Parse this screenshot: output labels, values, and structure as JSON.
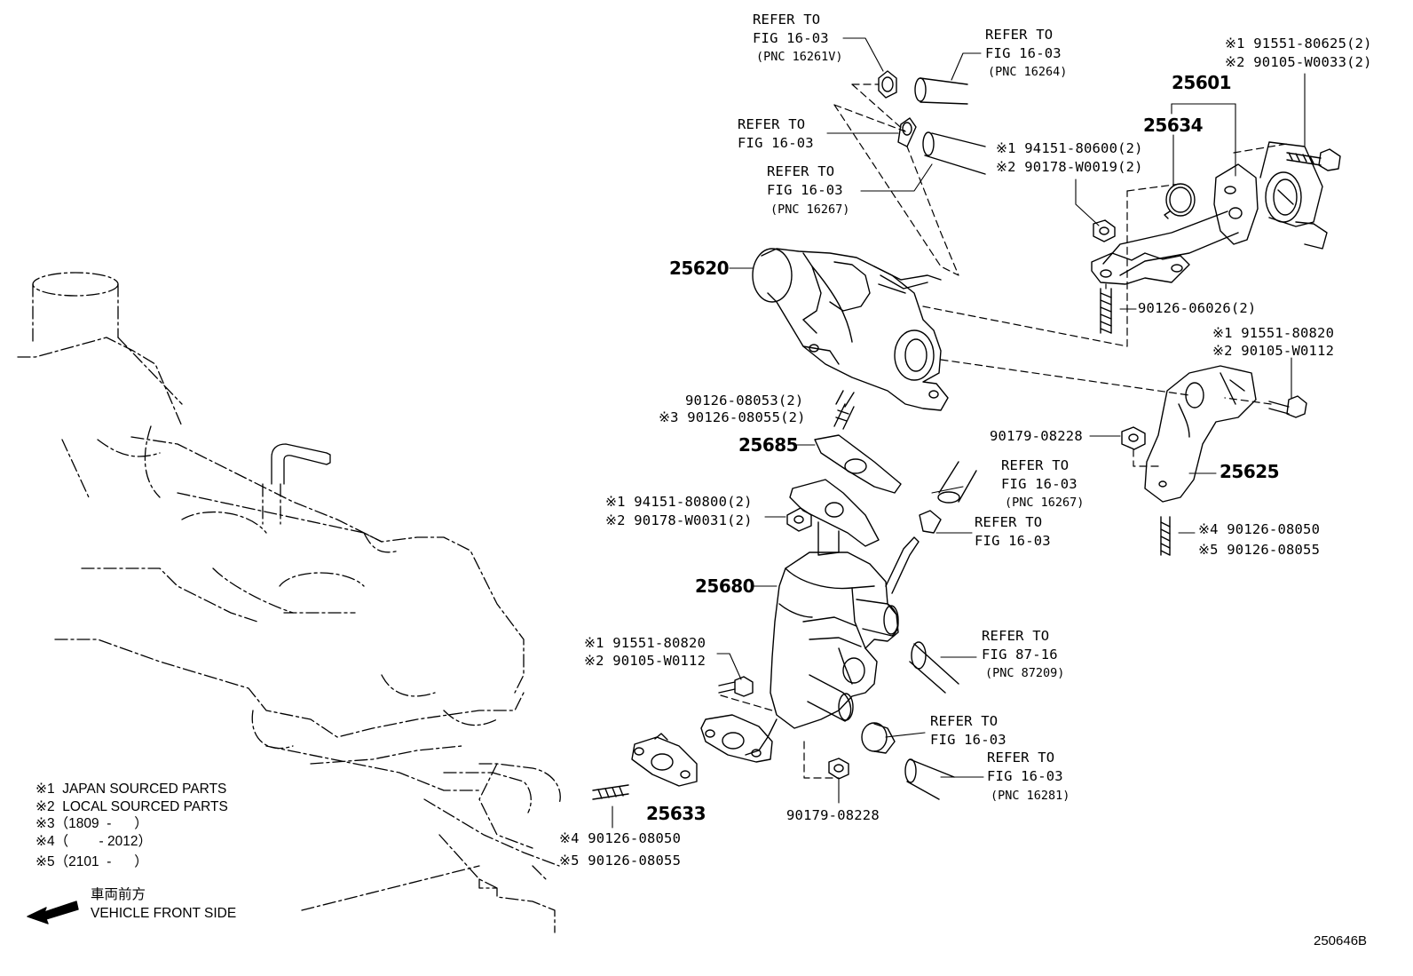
{
  "diagram_code": "250646B",
  "front_marker": {
    "jp": "車両前方",
    "en": "VEHICLE FRONT SIDE"
  },
  "legend": [
    "※1  JAPAN SOURCED PARTS",
    "※2  LOCAL SOURCED PARTS",
    "※3（1809  -      ）",
    "※4（        - 2012）",
    "※5（2101  -      ）"
  ],
  "callouts": {
    "c1": {
      "l1": "REFER TO",
      "l2": "FIG 16-03",
      "l3": "(PNC 16261V)"
    },
    "c2": {
      "l1": "REFER TO",
      "l2": "FIG 16-03",
      "l3": "(PNC 16264)"
    },
    "c3": {
      "l1": "REFER TO",
      "l2": "FIG 16-03"
    },
    "c4": {
      "l1": "REFER TO",
      "l2": "FIG 16-03",
      "l3": "(PNC 16267)"
    },
    "c5": {
      "l1": "REFER TO",
      "l2": "FIG 16-03",
      "l3": "(PNC 16267)"
    },
    "c6": {
      "l1": "REFER TO",
      "l2": "FIG 16-03"
    },
    "c7": {
      "l1": "REFER TO",
      "l2": "FIG 87-16",
      "l3": "(PNC 87209)"
    },
    "c8": {
      "l1": "REFER TO",
      "l2": "FIG 16-03"
    },
    "c9": {
      "l1": "REFER TO",
      "l2": "FIG 16-03",
      "l3": "(PNC 16281)"
    }
  },
  "part_numbers": {
    "p25601": "25601",
    "p25634": "25634",
    "p25620": "25620",
    "p25685": "25685",
    "p25680": "25680",
    "p25625": "25625",
    "p25633": "25633"
  },
  "bolt_labels": {
    "b1": {
      "l1": "※1 91551-80625(2)",
      "l2": "※2 90105-W0033(2)"
    },
    "b2": {
      "l1": "※1 94151-80600(2)",
      "l2": "※2 90178-W0019(2)"
    },
    "b3": "90126-06026(2)",
    "b4": {
      "l1": "※1 91551-80820",
      "l2": "※2 90105-W0112"
    },
    "b5": {
      "l1": "90126-08053(2)",
      "l2": "※3 90126-08055(2)"
    },
    "b6": "90179-08228",
    "b7": {
      "l1": "※1 94151-80800(2)",
      "l2": "※2 90178-W0031(2)"
    },
    "b8": {
      "l1": "※4 90126-08050",
      "l2": "※5 90126-08055"
    },
    "b9": {
      "l1": "※1 91551-80820",
      "l2": "※2 90105-W0112"
    },
    "b10": "90179-08228",
    "b11": {
      "l1": "※4 90126-08050",
      "l2": "※5 90126-08055"
    }
  }
}
